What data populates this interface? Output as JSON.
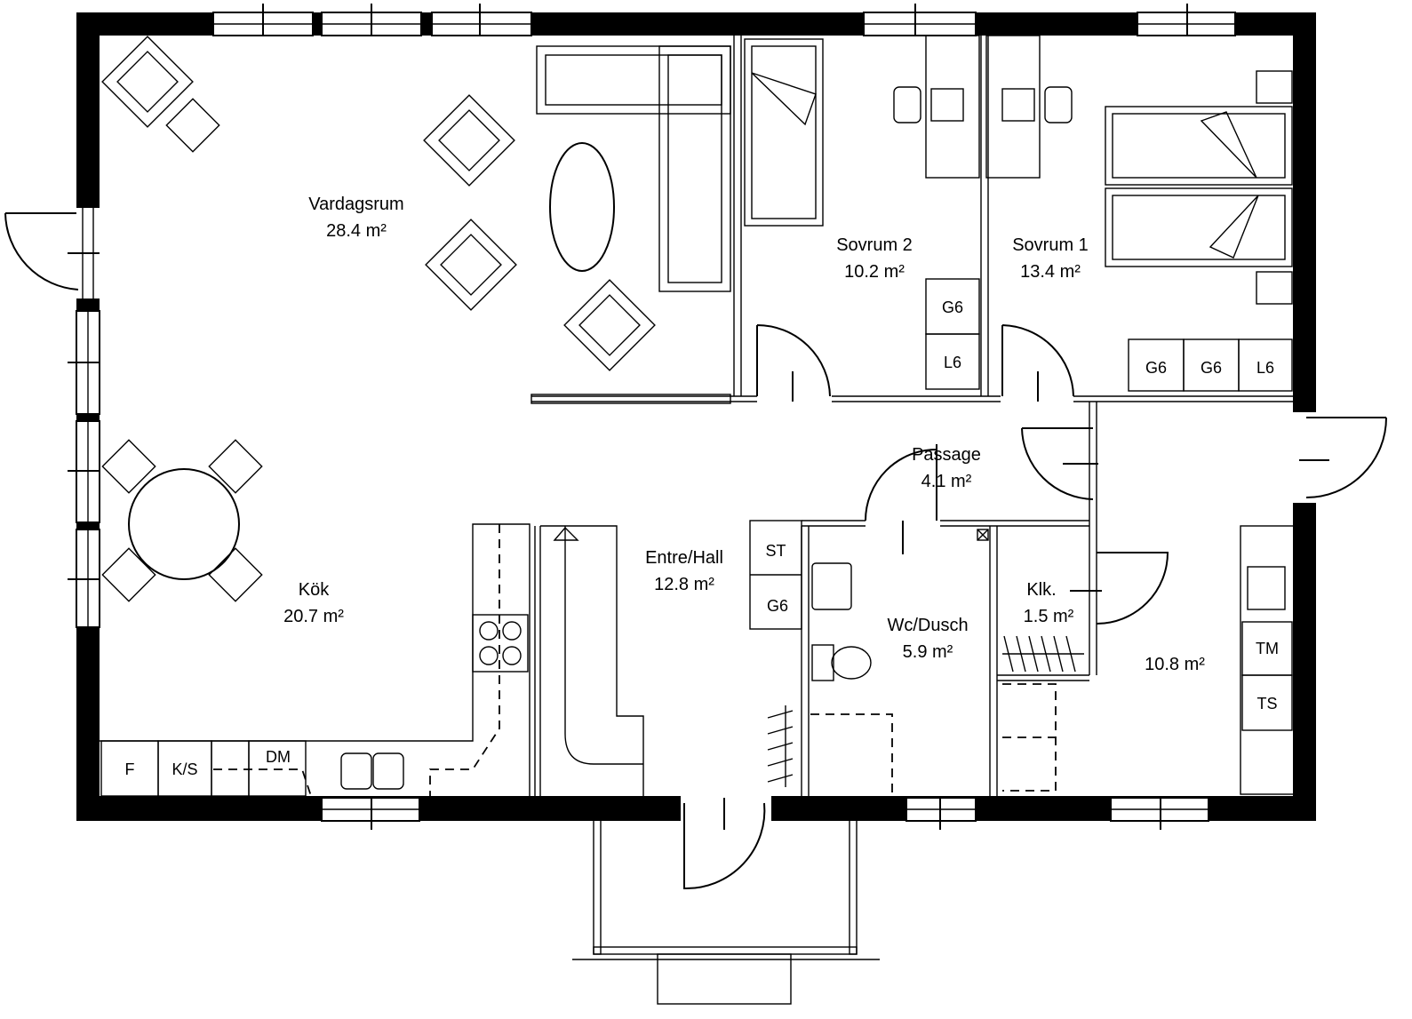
{
  "rooms": {
    "vardagsrum": {
      "name": "Vardagsrum",
      "area": "28.4 m²"
    },
    "sovrum2": {
      "name": "Sovrum 2",
      "area": "10.2 m²"
    },
    "sovrum1": {
      "name": "Sovrum 1",
      "area": "13.4 m²"
    },
    "passage": {
      "name": "Passage",
      "area": "4.1 m²"
    },
    "entre": {
      "name": "Entre/Hall",
      "area": "12.8 m²"
    },
    "kok": {
      "name": "Kök",
      "area": "20.7 m²"
    },
    "wc": {
      "name": "Wc/Dusch",
      "area": "5.9 m²"
    },
    "klk": {
      "name": "Klk.",
      "area": "1.5 m²"
    },
    "unnamed": {
      "area": "10.8 m²"
    }
  },
  "appliances": {
    "g6": "G6",
    "l6": "L6",
    "st": "ST",
    "f": "F",
    "ks": "K/S",
    "dm": "DM",
    "tm": "TM",
    "ts": "TS"
  }
}
